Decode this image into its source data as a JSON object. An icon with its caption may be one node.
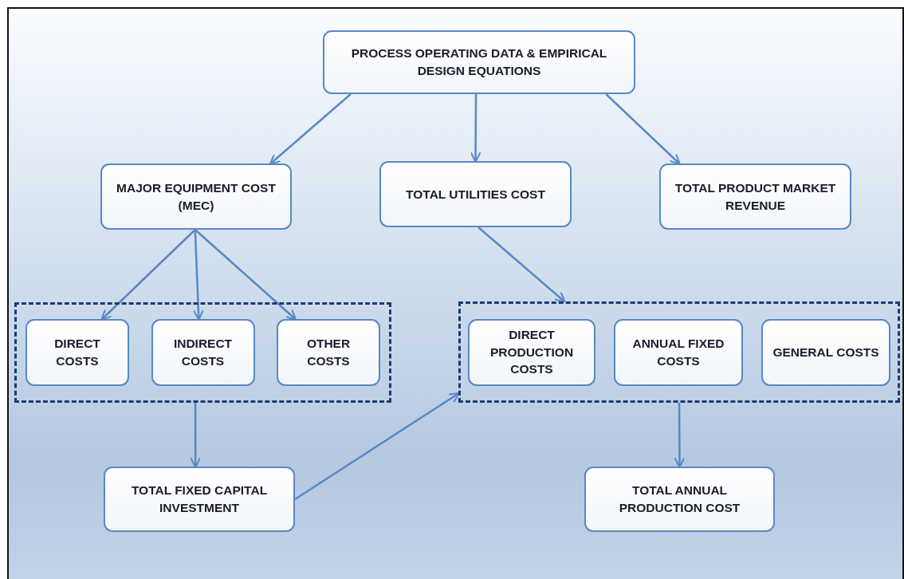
{
  "diagram": {
    "nodes": [
      {
        "text": [
          "PROCESS OPERATING DATA & EMPIRICAL DESIGN EQUATIONS"
        ]
      },
      {
        "text": [
          "MAJOR EQUIPMENT COST (MEC)"
        ]
      },
      {
        "text": [
          "TOTAL UTILITIES COST"
        ]
      },
      {
        "text": [
          "TOTAL PRODUCT MARKET REVENUE"
        ]
      },
      {
        "text": [],
        "shape": "box"
      },
      {
        "text": [
          "DIRECT COSTS"
        ],
        "in": 4
      },
      {
        "text": [
          "INDIRECT COSTS"
        ],
        "in": 4
      },
      {
        "text": [
          "OTHER COSTS"
        ],
        "in": 4
      },
      {
        "text": [],
        "shape": "box"
      },
      {
        "text": [
          "DIRECT PRODUCTION COSTS"
        ],
        "in": 8
      },
      {
        "text": [
          "ANNUAL FIXED COSTS"
        ],
        "in": 8
      },
      {
        "text": [
          "GENERAL COSTS"
        ],
        "in": 8
      },
      {
        "text": [
          "TOTAL FIXED CAPITAL INVESTMENT"
        ]
      },
      {
        "text": [
          "TOTAL ANNUAL PRODUCTION COST"
        ]
      }
    ],
    "edges": [
      {
        "from": 0,
        "to": 1,
        "arrow": "to"
      },
      {
        "from": 0,
        "to": 2,
        "arrow": "to"
      },
      {
        "from": 0,
        "to": 3,
        "arrow": "to"
      },
      {
        "from": 1,
        "to": 5,
        "arrow": "to"
      },
      {
        "from": 1,
        "to": 6,
        "arrow": "to"
      },
      {
        "from": 1,
        "to": 7,
        "arrow": "to"
      },
      {
        "from": 2,
        "to": 8,
        "arrow": "to"
      },
      {
        "from": 4,
        "to": 12,
        "arrow": "to"
      },
      {
        "from": 12,
        "to": 8,
        "arrow": "to"
      },
      {
        "from": 8,
        "to": 13,
        "arrow": "to"
      }
    ]
  }
}
